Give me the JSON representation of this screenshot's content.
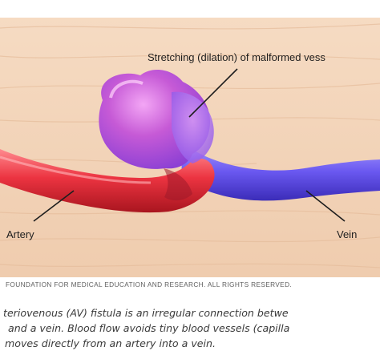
{
  "labels": {
    "dilation": "Stretching (dilation) of malformed vess",
    "artery": "Artery",
    "vein": "Vein"
  },
  "copyright": "FOUNDATION FOR MEDICAL EDUCATION AND RESEARCH. ALL RIGHTS RESERVED.",
  "caption": {
    "line1": "teriovenous (AV) fistula is an irregular connection betwe",
    "line2": "and a vein. Blood flow avoids tiny blood vessels (capilla",
    "line3": "moves directly from an artery into a vein."
  },
  "colors": {
    "background_tissue": "#f3d5bb",
    "artery": "#e8323e",
    "vein": "#6a5cf0",
    "dilation": "#c85ad8"
  }
}
